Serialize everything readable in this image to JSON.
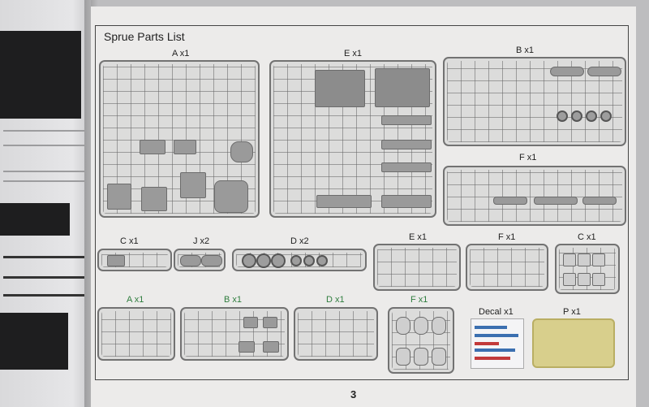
{
  "page": {
    "title": "Sprue Parts List",
    "page_number": "3"
  },
  "sprues": {
    "a_top": "A x1",
    "e_top": "E x1",
    "b_top": "B x1",
    "f_top": "F x1",
    "c_mid": "C x1",
    "j_mid": "J x2",
    "d_mid": "D x2",
    "e_mid": "E x1",
    "f_mid": "F x1",
    "c_right": "C x1",
    "a_clear": "A x1",
    "b_clear": "B x1",
    "d_clear": "D x1",
    "f_clear": "F x1",
    "decal": "Decal  x1",
    "pe": "P x1"
  },
  "colors": {
    "clear_parts_label": "#2f7d3e",
    "photo_etch": "#d8cf8c"
  }
}
